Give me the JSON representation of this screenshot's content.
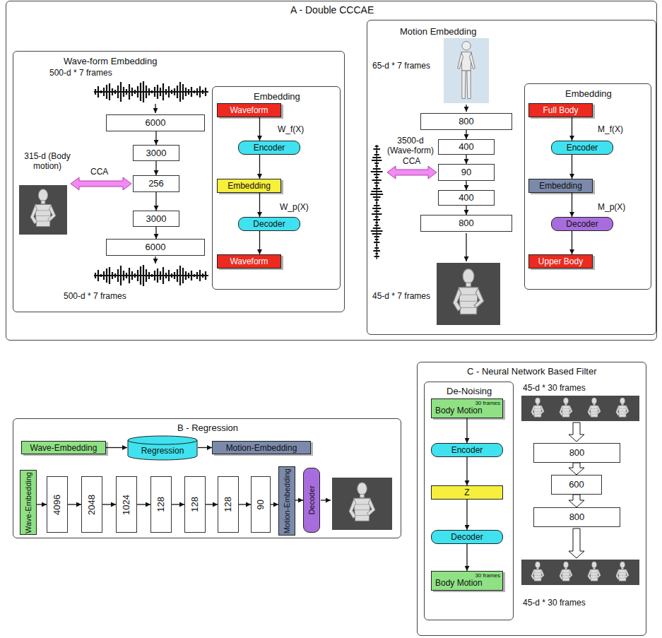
{
  "diagram": {
    "nodes": [
      {
        "text": [
          "A - Double CCCAE"
        ]
      },
      {
        "text": [
          "Wave-form Embedding"
        ],
        "in": 0
      },
      {
        "text": [
          "6000"
        ],
        "in": 1
      },
      {
        "text": [
          "3000"
        ],
        "in": 1
      },
      {
        "text": [
          "256"
        ],
        "in": 1
      },
      {
        "text": [
          "3000"
        ],
        "in": 1
      },
      {
        "text": [
          "6000"
        ],
        "in": 1
      },
      {
        "text": [
          "Embedding"
        ],
        "in": 1
      },
      {
        "text": [
          "Waveform"
        ],
        "in": 7
      },
      {
        "text": [
          "Encoder"
        ],
        "in": 7
      },
      {
        "text": [
          "Embedding"
        ],
        "in": 7
      },
      {
        "text": [
          "Decoder"
        ],
        "in": 7
      },
      {
        "text": [
          "Waveform"
        ],
        "in": 7
      },
      {
        "text": [
          "Motion Embedding"
        ],
        "in": 0
      },
      {
        "text": [
          "800"
        ],
        "in": 13
      },
      {
        "text": [
          "400"
        ],
        "in": 13
      },
      {
        "text": [
          "90"
        ],
        "in": 13
      },
      {
        "text": [
          "400"
        ],
        "in": 13
      },
      {
        "text": [
          "800"
        ],
        "in": 13
      },
      {
        "text": [
          "Embedding"
        ],
        "in": 13
      },
      {
        "text": [
          "Full Body"
        ],
        "in": 19
      },
      {
        "text": [
          "Encoder"
        ],
        "in": 19
      },
      {
        "text": [
          "Embedding"
        ],
        "in": 19
      },
      {
        "text": [
          "Decoder"
        ],
        "in": 19
      },
      {
        "text": [
          "Upper Body"
        ],
        "in": 19
      },
      {
        "text": [
          "B - Regression"
        ]
      },
      {
        "text": [
          "Wave-Embedding"
        ],
        "in": 25
      },
      {
        "text": [
          "Regression"
        ],
        "in": 25
      },
      {
        "text": [
          "Motion-Embedding"
        ],
        "in": 25
      },
      {
        "text": [
          "Wave-Embedding"
        ],
        "in": 25
      },
      {
        "text": [
          "4096"
        ],
        "in": 25
      },
      {
        "text": [
          "2048"
        ],
        "in": 25
      },
      {
        "text": [
          "1024"
        ],
        "in": 25
      },
      {
        "text": [
          "128"
        ],
        "in": 25
      },
      {
        "text": [
          "128"
        ],
        "in": 25
      },
      {
        "text": [
          "128"
        ],
        "in": 25
      },
      {
        "text": [
          "90"
        ],
        "in": 25
      },
      {
        "text": [
          "Motion-Embedding"
        ],
        "in": 25
      },
      {
        "text": [
          "Decoder"
        ],
        "in": 25
      },
      {
        "text": [
          "C - Neural Network Based Filter"
        ]
      },
      {
        "text": [
          "De-Noising"
        ],
        "in": 39
      },
      {
        "text": [
          "Body Motion",
          "30 frames"
        ],
        "in": 40
      },
      {
        "text": [
          "Encoder"
        ],
        "in": 40
      },
      {
        "text": [
          "Z"
        ],
        "in": 40
      },
      {
        "text": [
          "Decoder"
        ],
        "in": 40
      },
      {
        "text": [
          "Body Motion",
          "30 frames"
        ],
        "in": 40
      },
      {
        "text": [
          "800"
        ],
        "in": 39
      },
      {
        "text": [
          "600"
        ],
        "in": 39
      },
      {
        "text": [
          "800"
        ],
        "in": 39
      }
    ],
    "edges": [
      {
        "from": 2,
        "to": 3,
        "arrow": "to"
      },
      {
        "from": 3,
        "to": 4,
        "arrow": "to"
      },
      {
        "from": 4,
        "to": 5,
        "arrow": "to"
      },
      {
        "from": 5,
        "to": 6,
        "arrow": "to"
      },
      {
        "from": 8,
        "to": 9,
        "arrow": "to"
      },
      {
        "from": 9,
        "to": 10,
        "arrow": "to"
      },
      {
        "from": 10,
        "to": 11,
        "arrow": "to"
      },
      {
        "from": 11,
        "to": 12,
        "arrow": "to"
      },
      {
        "from": 14,
        "to": 15,
        "arrow": "to"
      },
      {
        "from": 15,
        "to": 16,
        "arrow": "to"
      },
      {
        "from": 16,
        "to": 17,
        "arrow": "to"
      },
      {
        "from": 17,
        "to": 18,
        "arrow": "to"
      },
      {
        "from": 20,
        "to": 21,
        "arrow": "to"
      },
      {
        "from": 21,
        "to": 22,
        "arrow": "to"
      },
      {
        "from": 22,
        "to": 23,
        "arrow": "to"
      },
      {
        "from": 23,
        "to": 24,
        "arrow": "to"
      },
      {
        "from": 26,
        "to": 27,
        "arrow": "to"
      },
      {
        "from": 27,
        "to": 28,
        "arrow": "to"
      },
      {
        "from": 29,
        "to": 30,
        "arrow": "to"
      },
      {
        "from": 30,
        "to": 31,
        "arrow": "to"
      },
      {
        "from": 31,
        "to": 32,
        "arrow": "to"
      },
      {
        "from": 32,
        "to": 33,
        "arrow": "to"
      },
      {
        "from": 33,
        "to": 34,
        "arrow": "to"
      },
      {
        "from": 34,
        "to": 35,
        "arrow": "to"
      },
      {
        "from": 35,
        "to": 36,
        "arrow": "to"
      },
      {
        "from": 36,
        "to": 37,
        "arrow": "to"
      },
      {
        "from": 37,
        "to": 38,
        "arrow": "to"
      },
      {
        "from": 41,
        "to": 42,
        "arrow": "to"
      },
      {
        "from": 42,
        "to": 43,
        "arrow": "to"
      },
      {
        "from": 43,
        "to": 44,
        "arrow": "to"
      },
      {
        "from": 44,
        "to": 45,
        "arrow": "to"
      },
      {
        "from": 46,
        "to": 47,
        "arrow": "to"
      },
      {
        "from": 47,
        "to": 48,
        "arrow": "to"
      }
    ],
    "labels": [
      "500-d * 7 frames",
      "315-d (Body motion)",
      "CCA",
      "500-d * 7 frames",
      "W_f(X)",
      "W_p(X)",
      "65-d * 7 frames",
      "3500-d (Wave-form)",
      "CCA",
      "45-d * 7 frames",
      "M_f(X)",
      "M_p(X)",
      "45-d * 30 frames",
      "45-d * 30 frames"
    ]
  }
}
